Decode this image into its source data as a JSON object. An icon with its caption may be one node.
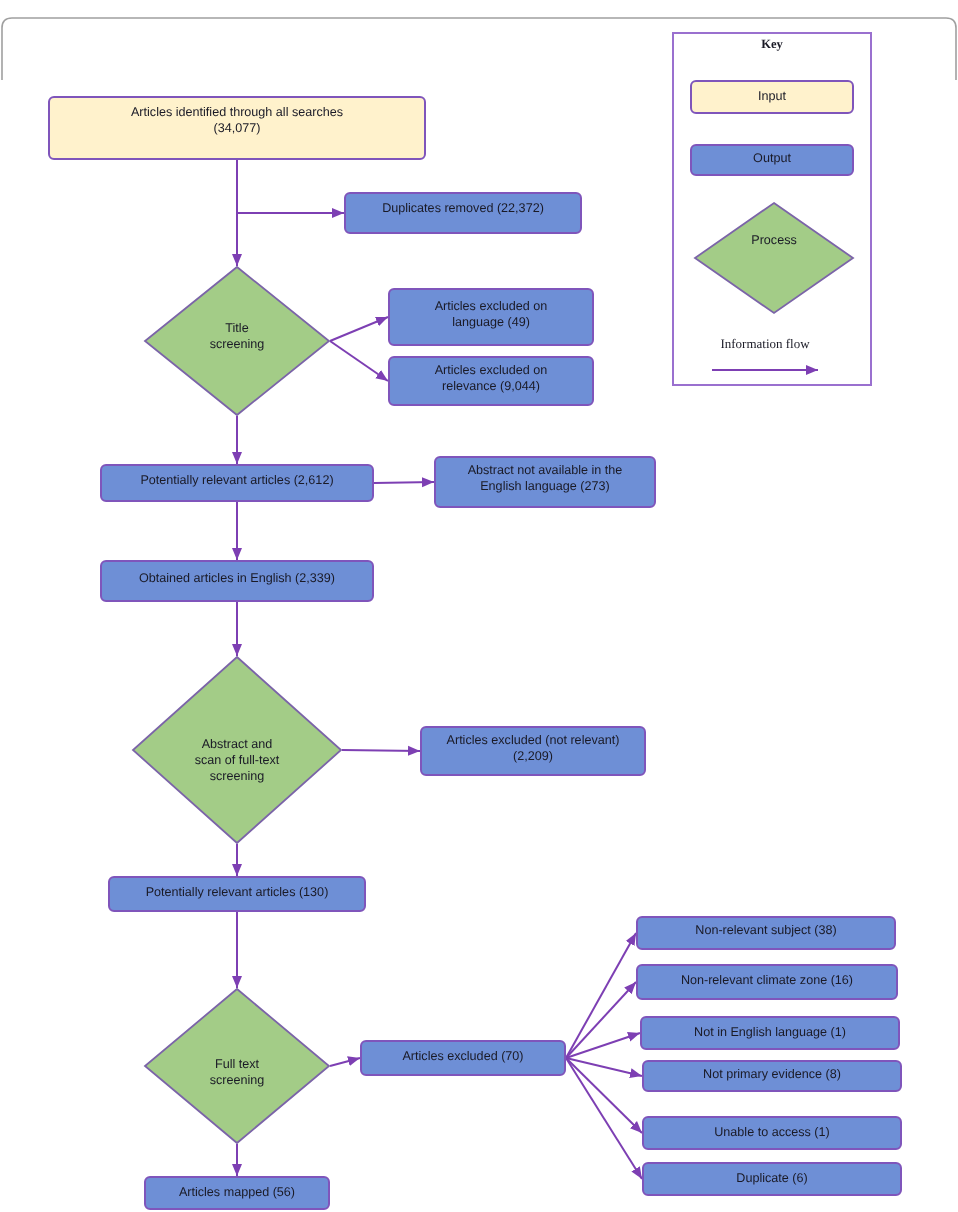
{
  "diagram": {
    "nodes": [
      {
        "text": [
          "Articles identified through all searches (34,077)"
        ]
      },
      {
        "text": [
          "Duplicates removed (22,372)"
        ]
      },
      {
        "text": [
          "Title screening"
        ]
      },
      {
        "text": [
          "Articles excluded on language (49)"
        ]
      },
      {
        "text": [
          "Articles excluded on relevance (9,044)"
        ]
      },
      {
        "text": [
          "Potentially relevant articles (2,612)"
        ]
      },
      {
        "text": [
          "Abstract not available in the English language (273)"
        ]
      },
      {
        "text": [
          "Obtained articles in English (2,339)"
        ]
      },
      {
        "text": [
          "Abstract and scan of full-text screening"
        ]
      },
      {
        "text": [
          "Articles excluded (not relevant) (2,209)"
        ]
      },
      {
        "text": [
          "Potentially relevant articles (130)"
        ]
      },
      {
        "text": [
          "Full text screening"
        ]
      },
      {
        "text": [
          "Articles excluded (70)"
        ]
      },
      {
        "text": [
          "Articles mapped (56)"
        ]
      },
      {
        "text": [
          "Non-relevant subject (38)"
        ]
      },
      {
        "text": [
          "Non-relevant climate zone (16)"
        ]
      },
      {
        "text": [
          "Not in English language (1)"
        ]
      },
      {
        "text": [
          "Not primary evidence (8)"
        ]
      },
      {
        "text": [
          "Unable to access (1)"
        ]
      },
      {
        "text": [
          "Duplicate (6)"
        ]
      }
    ],
    "edges": [
      {
        "from": 0,
        "to": 2,
        "arrow": "to"
      },
      {
        "from": 0,
        "to": 1,
        "arrow": "to"
      },
      {
        "from": 2,
        "to": 3,
        "arrow": "to"
      },
      {
        "from": 2,
        "to": 4,
        "arrow": "to"
      },
      {
        "from": 2,
        "to": 5,
        "arrow": "to"
      },
      {
        "from": 5,
        "to": 6,
        "arrow": "to"
      },
      {
        "from": 5,
        "to": 7,
        "arrow": "to"
      },
      {
        "from": 7,
        "to": 8,
        "arrow": "to"
      },
      {
        "from": 8,
        "to": 9,
        "arrow": "to"
      },
      {
        "from": 8,
        "to": 10,
        "arrow": "to"
      },
      {
        "from": 10,
        "to": 11,
        "arrow": "to"
      },
      {
        "from": 11,
        "to": 12,
        "arrow": "to"
      },
      {
        "from": 11,
        "to": 13,
        "arrow": "to"
      },
      {
        "from": 12,
        "to": 14,
        "arrow": "to"
      },
      {
        "from": 12,
        "to": 15,
        "arrow": "to"
      },
      {
        "from": 12,
        "to": 16,
        "arrow": "to"
      },
      {
        "from": 12,
        "to": 17,
        "arrow": "to"
      },
      {
        "from": 12,
        "to": 18,
        "arrow": "to"
      },
      {
        "from": 12,
        "to": 19,
        "arrow": "to"
      }
    ],
    "labels": [
      "Key"
    ],
    "legend": [
      {
        "text": "Input",
        "color": "#fff2cc"
      },
      {
        "text": "Output",
        "color": "#6e8fd6"
      },
      {
        "text": "Process"
      },
      {
        "text": "Information flow"
      }
    ]
  }
}
